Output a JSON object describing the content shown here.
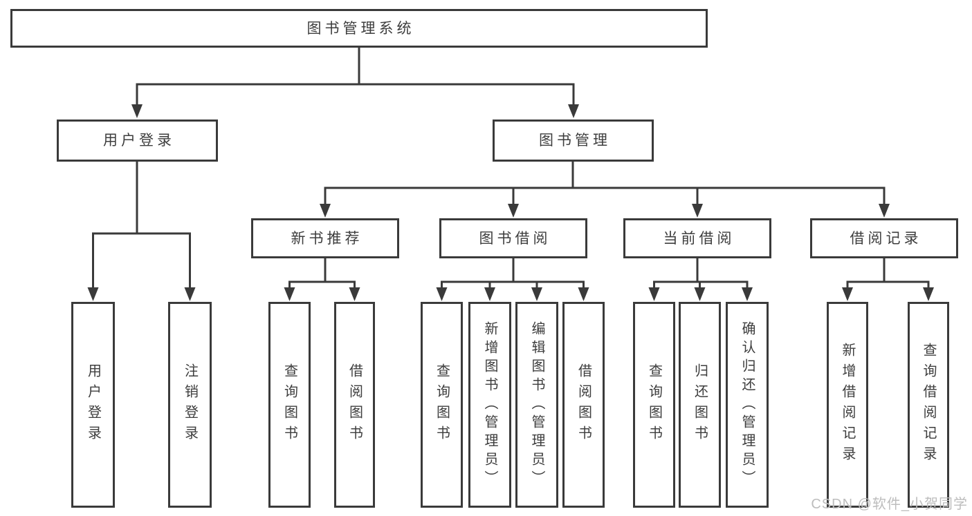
{
  "colors": {
    "background": "#ffffff",
    "box_border": "#3a3a3a",
    "connector_line": "#3a3a3a",
    "text": "#3d3d3d",
    "watermark": "#bdbdbd"
  },
  "watermark": {
    "text": "CSDN @软件_小贺同学"
  },
  "diagram": {
    "type": "hierarchy-tree",
    "title": "图书管理系统",
    "nodes": {
      "root": {
        "label": "图书管理系统",
        "level": 1,
        "parent": null
      },
      "user_login": {
        "label": "用户登录",
        "level": 2,
        "parent": "root"
      },
      "book_mgmt": {
        "label": "图书管理",
        "level": 2,
        "parent": "root"
      },
      "new_book_rec": {
        "label": "新书推荐",
        "level": 3,
        "parent": "book_mgmt"
      },
      "book_borrow": {
        "label": "图书借阅",
        "level": 3,
        "parent": "book_mgmt"
      },
      "current_borrow": {
        "label": "当前借阅",
        "level": 3,
        "parent": "book_mgmt"
      },
      "borrow_records": {
        "label": "借阅记录",
        "level": 3,
        "parent": "book_mgmt"
      },
      "leaf_user_login": {
        "label": "用户登录",
        "level": 4,
        "parent": "user_login"
      },
      "leaf_logout": {
        "label": "注销登录",
        "level": 4,
        "parent": "user_login"
      },
      "leaf_query_book_rec": {
        "label": "查询图书",
        "level": 4,
        "parent": "new_book_rec"
      },
      "leaf_borrow_book_rec": {
        "label": "借阅图书",
        "level": 4,
        "parent": "new_book_rec"
      },
      "leaf_query_book_borrow": {
        "label": "查询图书",
        "level": 4,
        "parent": "book_borrow"
      },
      "leaf_add_book": {
        "label": "新增图书（管理员）",
        "level": 4,
        "parent": "book_borrow"
      },
      "leaf_edit_book": {
        "label": "编辑图书（管理员）",
        "level": 4,
        "parent": "book_borrow"
      },
      "leaf_borrow_book": {
        "label": "借阅图书",
        "level": 4,
        "parent": "book_borrow"
      },
      "leaf_query_book_current": {
        "label": "查询图书",
        "level": 4,
        "parent": "current_borrow"
      },
      "leaf_return_book": {
        "label": "归还图书",
        "level": 4,
        "parent": "current_borrow"
      },
      "leaf_confirm_return": {
        "label": "确认归还（管理员）",
        "level": 4,
        "parent": "current_borrow"
      },
      "leaf_add_borrow_record": {
        "label": "新增借阅记录",
        "level": 4,
        "parent": "borrow_records"
      },
      "leaf_query_borrow_record": {
        "label": "查询借阅记录",
        "level": 4,
        "parent": "borrow_records"
      }
    }
  }
}
